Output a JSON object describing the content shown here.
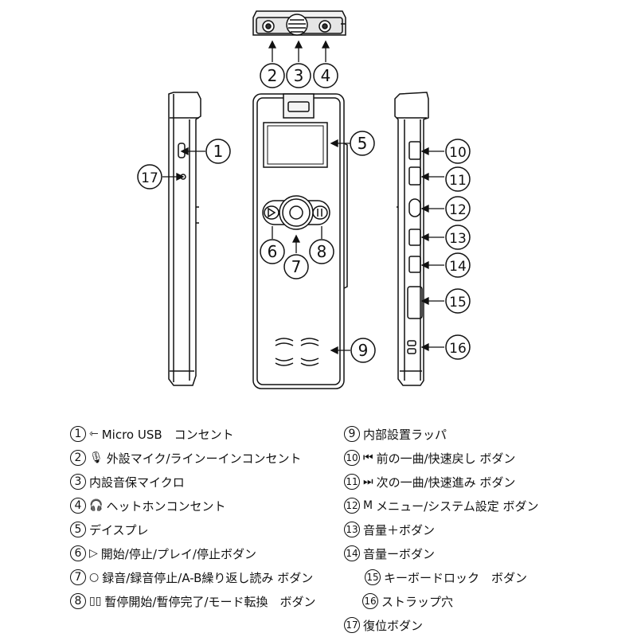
{
  "callouts": [
    "1",
    "2",
    "3",
    "4",
    "5",
    "6",
    "7",
    "8",
    "9",
    "10",
    "11",
    "12",
    "13",
    "14",
    "15",
    "16",
    "17"
  ],
  "legend": [
    {
      "num": "1",
      "icon": "usb-icon",
      "glyph": "⇽",
      "text": "Micro USB　コンセント"
    },
    {
      "num": "2",
      "icon": "microphone-icon",
      "glyph": "🎙",
      "text": "外設マイク/ラインーインコンセント"
    },
    {
      "num": "3",
      "icon": "",
      "glyph": "",
      "text": "内設音保マイクロ"
    },
    {
      "num": "4",
      "icon": "headphones-icon",
      "glyph": "🎧",
      "text": "ヘットホンコンセント"
    },
    {
      "num": "5",
      "icon": "",
      "glyph": "",
      "text": "デイスプレ"
    },
    {
      "num": "6",
      "icon": "play-icon",
      "glyph": "▷",
      "text": "開始/停止/プレイ/停止ボダン"
    },
    {
      "num": "7",
      "icon": "record-icon",
      "glyph": "○",
      "text": "録音/録音停止/A-B繰り返し読み ボダン"
    },
    {
      "num": "8",
      "icon": "pause-icon",
      "glyph": "▯▯",
      "text": "暫停開始/暫停完了/モード転換　ボダン"
    },
    {
      "num": "9",
      "icon": "",
      "glyph": "",
      "text": "内部設置ラッパ"
    },
    {
      "num": "10",
      "icon": "rewind-icon",
      "glyph": "⏮",
      "text": "前の一曲/快速戻し ボダン"
    },
    {
      "num": "11",
      "icon": "forward-icon",
      "glyph": "⏭",
      "text": "次の一曲/快速進み ボダン"
    },
    {
      "num": "12",
      "icon": "menu-m-icon",
      "glyph": "M",
      "text": "メニュー/システム設定 ボダン"
    },
    {
      "num": "13",
      "icon": "",
      "glyph": "",
      "text": "音量＋ボダン"
    },
    {
      "num": "14",
      "icon": "",
      "glyph": "",
      "text": "音量ーボダン"
    },
    {
      "num": "15",
      "icon": "",
      "glyph": "",
      "text": "キーボードロック　ボダン"
    },
    {
      "num": "16",
      "icon": "",
      "glyph": "",
      "text": "ストラップ穴"
    },
    {
      "num": "17",
      "icon": "",
      "glyph": "",
      "text": "復位ボダン"
    }
  ]
}
